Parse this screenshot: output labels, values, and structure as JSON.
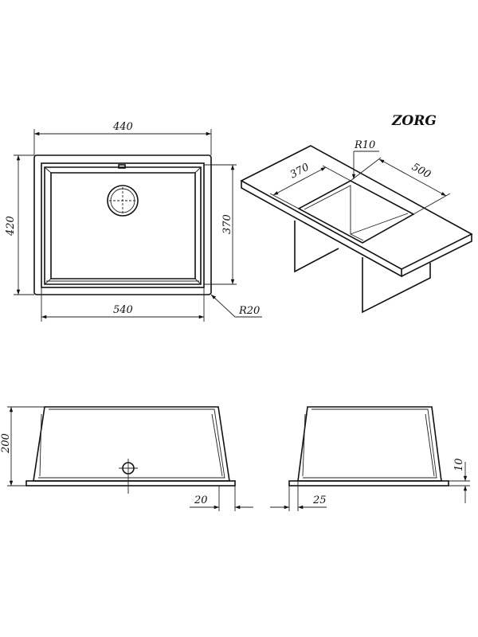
{
  "brand": "ZORG",
  "top_view": {
    "width_label": "440",
    "height_label": "420",
    "inner_height_label": "370",
    "outer_width_label": "540",
    "radius_label": "R20"
  },
  "iso_view": {
    "radius_label": "R10",
    "depth_label": "370",
    "length_label": "500"
  },
  "front_view": {
    "height_label": "200",
    "flange_label": "20"
  },
  "side_view": {
    "flange_label": "25",
    "lip_label": "10"
  }
}
